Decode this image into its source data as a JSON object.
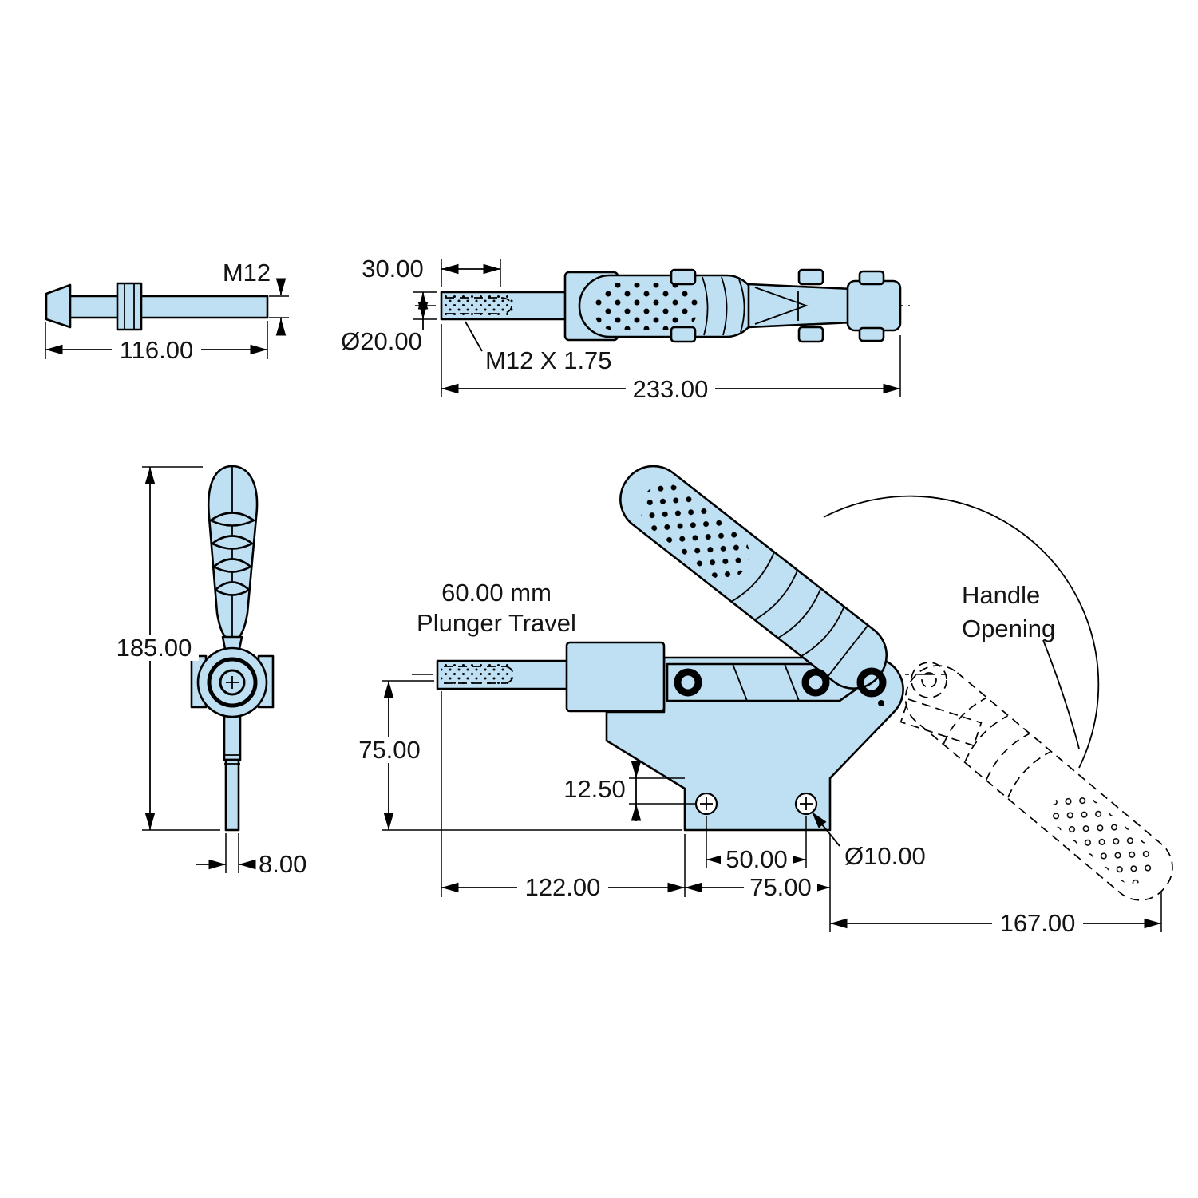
{
  "drawing": {
    "background": "#ffffff",
    "part_fill": "#bfe0f2",
    "line_color": "#000000"
  },
  "spindle_view": {
    "thread_label": "M12",
    "length_label": "116.00"
  },
  "plunger_assembly_view": {
    "thread_length_label": "30.00",
    "diameter_label": "Ø20.00",
    "thread_spec_label": "M12 X 1.75",
    "overall_length_label": "233.00"
  },
  "front_view": {
    "height_label": "185.00",
    "bar_width_label": "8.00"
  },
  "side_view": {
    "plunger_travel_label_line1": "60.00 mm",
    "plunger_travel_label_line2": "Plunger Travel",
    "handle_opening_label_line1": "Handle",
    "handle_opening_label_line2": "Opening",
    "height_label": "75.00",
    "hole_offset_label": "12.50",
    "hole_spacing_label": "50.00",
    "hole_diameter_label": "Ø10.00",
    "plunger_to_base_label": "122.00",
    "base_width_label": "75.00",
    "handle_reach_label": "167.00"
  }
}
